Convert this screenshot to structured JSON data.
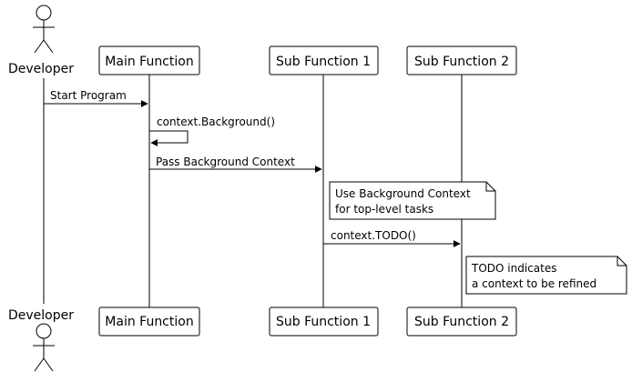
{
  "actors": {
    "developer": {
      "label": "Developer",
      "icon": "stick-figure-icon"
    }
  },
  "participants": [
    {
      "id": "main",
      "label": "Main Function"
    },
    {
      "id": "sub1",
      "label": "Sub Function 1"
    },
    {
      "id": "sub2",
      "label": "Sub Function 2"
    }
  ],
  "messages": [
    {
      "label": "Start Program",
      "from": "developer",
      "to": "main"
    },
    {
      "label": "context.Background()",
      "from": "main",
      "to": "main"
    },
    {
      "label": "Pass Background Context",
      "from": "main",
      "to": "sub1"
    },
    {
      "label": "context.TODO()",
      "from": "sub1",
      "to": "sub2"
    }
  ],
  "notes": [
    {
      "lines": [
        "Use Background Context",
        "for top-level tasks"
      ],
      "attached_to": "sub1"
    },
    {
      "lines": [
        "TODO indicates",
        "a context to be refined"
      ],
      "attached_to": "sub2"
    }
  ],
  "colors": {
    "stroke": "#000000",
    "background": "#ffffff"
  }
}
